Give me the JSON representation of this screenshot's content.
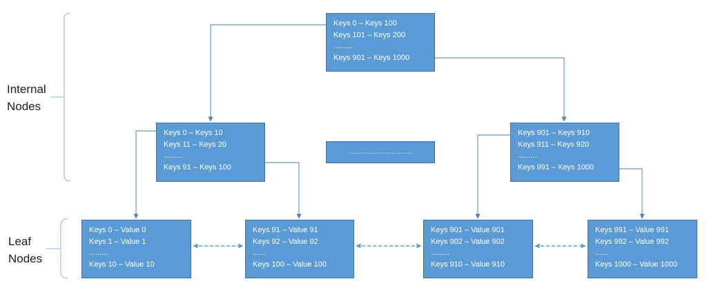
{
  "colors": {
    "node_fill": "#5B9BD5",
    "node_border": "#41719C",
    "node_text": "#FFFFFF",
    "connector": "#84A7CE",
    "arrowhead": "#4E7EBB",
    "dashed_arrow": "#5B9BD5",
    "bracket": "#AECBE8",
    "label_text": "#1C1C1C"
  },
  "labels": {
    "internal": {
      "line1": "Internal",
      "line2": "Nodes"
    },
    "leaf": {
      "line1": "Leaf",
      "line2": "Nodes"
    }
  },
  "nodes": {
    "root": {
      "lines": [
        "Keys 0 – Keys 100",
        "Keys 101 – Keys 200",
        ".........",
        "Keys 901 – Keys 1000"
      ]
    },
    "internal_left": {
      "lines": [
        "Keys 0 – Keys 10",
        "Keys 11 – Keys 20",
        ".........",
        "Keys 91 – Keys 100"
      ]
    },
    "internal_ellipsis": {
      "text": "............................"
    },
    "internal_right": {
      "lines": [
        "Keys 901 – Keys 910",
        "Keys 911 – Keys 920",
        ".........",
        "Keys 991 – Keys 1000"
      ]
    },
    "leaf_1": {
      "lines": [
        "Keys 0 – Value 0",
        "Keys 1 – Value 1",
        ".........",
        "Keys 10 – Value 10"
      ]
    },
    "leaf_2": {
      "lines": [
        "Keys 91 – Value 91",
        "Keys 92 – Value 92",
        "......",
        "Keys 100 – Value 100"
      ]
    },
    "leaf_3": {
      "lines": [
        "Keys 901 – Value 901",
        "Keys 902 – Value 902",
        ".........",
        "Keys 910 – Value 910"
      ]
    },
    "leaf_4": {
      "lines": [
        "Keys 991 – Value 991",
        "Keys 992 – Value 992",
        "......",
        "Keys 1000 – Value 1000"
      ]
    }
  }
}
